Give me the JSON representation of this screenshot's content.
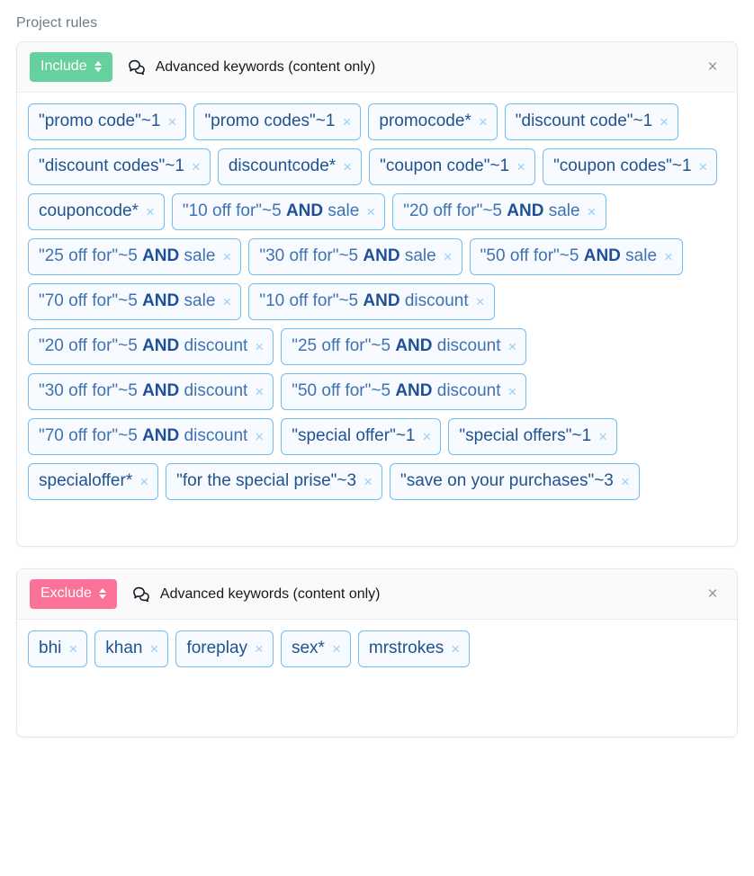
{
  "page": {
    "title": "Project rules"
  },
  "colors": {
    "include_badge": "#66d19e",
    "exclude_badge": "#fa7298",
    "chip_border": "#73bdf2",
    "chip_bg": "#f7fbff",
    "chip_text": "#3f72b0",
    "chip_text_strong": "#1f4f96",
    "chip_remove": "#9ecdf2",
    "card_close": "#8d98a6",
    "title_text": "#6b7b8c"
  },
  "icons": {
    "comments": "comments-icon",
    "sort": "sort-updown-icon",
    "close": "close-icon",
    "chip_remove": "chip-remove-icon"
  },
  "rules": [
    {
      "mode": "Include",
      "mode_variant": "include",
      "type_label": "Advanced keywords (content only)",
      "close_label": "×",
      "keywords": [
        {
          "text": "\"promo code\"~1",
          "parts": [
            {
              "t": "\"promo code\"~1",
              "b": false
            }
          ]
        },
        {
          "text": "\"promo codes\"~1",
          "parts": [
            {
              "t": "\"promo codes\"~1",
              "b": false
            }
          ]
        },
        {
          "text": "promocode*",
          "parts": [
            {
              "t": "promocode*",
              "b": false
            }
          ]
        },
        {
          "text": "\"discount code\"~1",
          "parts": [
            {
              "t": "\"discount code\"~1",
              "b": false
            }
          ]
        },
        {
          "text": "\"discount codes\"~1",
          "parts": [
            {
              "t": "\"discount codes\"~1",
              "b": false
            }
          ]
        },
        {
          "text": "discountcode*",
          "parts": [
            {
              "t": "discountcode*",
              "b": false
            }
          ]
        },
        {
          "text": "\"coupon code\"~1",
          "parts": [
            {
              "t": "\"coupon code\"~1",
              "b": false
            }
          ]
        },
        {
          "text": "\"coupon codes\"~1",
          "parts": [
            {
              "t": "\"coupon codes\"~1",
              "b": false
            }
          ]
        },
        {
          "text": "couponcode*",
          "parts": [
            {
              "t": "couponcode*",
              "b": false
            }
          ]
        },
        {
          "text": "\"10 off for\"~5 AND sale",
          "parts": [
            {
              "t": "\"10 off for\"~5 ",
              "b": false
            },
            {
              "t": "AND",
              "b": true
            },
            {
              "t": " sale",
              "b": false
            }
          ]
        },
        {
          "text": "\"20 off for\"~5 AND sale",
          "parts": [
            {
              "t": "\"20 off for\"~5 ",
              "b": false
            },
            {
              "t": "AND",
              "b": true
            },
            {
              "t": " sale",
              "b": false
            }
          ]
        },
        {
          "text": "\"25 off for\"~5 AND sale",
          "parts": [
            {
              "t": "\"25 off for\"~5 ",
              "b": false
            },
            {
              "t": "AND",
              "b": true
            },
            {
              "t": " sale",
              "b": false
            }
          ]
        },
        {
          "text": "\"30 off for\"~5 AND sale",
          "parts": [
            {
              "t": "\"30 off for\"~5 ",
              "b": false
            },
            {
              "t": "AND",
              "b": true
            },
            {
              "t": " sale",
              "b": false
            }
          ]
        },
        {
          "text": "\"50 off for\"~5 AND sale",
          "parts": [
            {
              "t": "\"50 off for\"~5 ",
              "b": false
            },
            {
              "t": "AND",
              "b": true
            },
            {
              "t": " sale",
              "b": false
            }
          ]
        },
        {
          "text": "\"70 off for\"~5 AND sale",
          "parts": [
            {
              "t": "\"70 off for\"~5 ",
              "b": false
            },
            {
              "t": "AND",
              "b": true
            },
            {
              "t": " sale",
              "b": false
            }
          ]
        },
        {
          "text": "\"10 off for\"~5 AND discount",
          "parts": [
            {
              "t": "\"10 off for\"~5 ",
              "b": false
            },
            {
              "t": "AND",
              "b": true
            },
            {
              "t": " discount",
              "b": false
            }
          ]
        },
        {
          "text": "\"20 off for\"~5 AND discount",
          "parts": [
            {
              "t": "\"20 off for\"~5 ",
              "b": false
            },
            {
              "t": "AND",
              "b": true
            },
            {
              "t": " discount",
              "b": false
            }
          ]
        },
        {
          "text": "\"25 off for\"~5 AND discount",
          "parts": [
            {
              "t": "\"25 off for\"~5 ",
              "b": false
            },
            {
              "t": "AND",
              "b": true
            },
            {
              "t": " discount",
              "b": false
            }
          ]
        },
        {
          "text": "\"30 off for\"~5 AND discount",
          "parts": [
            {
              "t": "\"30 off for\"~5 ",
              "b": false
            },
            {
              "t": "AND",
              "b": true
            },
            {
              "t": " discount",
              "b": false
            }
          ]
        },
        {
          "text": "\"50 off for\"~5 AND discount",
          "parts": [
            {
              "t": "\"50 off for\"~5 ",
              "b": false
            },
            {
              "t": "AND",
              "b": true
            },
            {
              "t": " discount",
              "b": false
            }
          ]
        },
        {
          "text": "\"70 off for\"~5 AND discount",
          "parts": [
            {
              "t": "\"70 off for\"~5 ",
              "b": false
            },
            {
              "t": "AND",
              "b": true
            },
            {
              "t": " discount",
              "b": false
            }
          ]
        },
        {
          "text": "\"special offer\"~1",
          "parts": [
            {
              "t": "\"special offer\"~1",
              "b": false
            }
          ]
        },
        {
          "text": "\"special offers\"~1",
          "parts": [
            {
              "t": "\"special offers\"~1",
              "b": false
            }
          ]
        },
        {
          "text": "specialoffer*",
          "parts": [
            {
              "t": "specialoffer*",
              "b": false
            }
          ]
        },
        {
          "text": "\"for the special prise\"~3",
          "parts": [
            {
              "t": "\"for the special prise\"~3",
              "b": false
            }
          ]
        },
        {
          "text": "\"save on your purchases\"~3",
          "parts": [
            {
              "t": "\"save on your purchases\"~3",
              "b": false
            }
          ]
        }
      ]
    },
    {
      "mode": "Exclude",
      "mode_variant": "exclude",
      "type_label": "Advanced keywords (content only)",
      "close_label": "×",
      "keywords": [
        {
          "text": "bhi",
          "parts": [
            {
              "t": "bhi",
              "b": false
            }
          ]
        },
        {
          "text": "khan",
          "parts": [
            {
              "t": "khan",
              "b": false
            }
          ]
        },
        {
          "text": "foreplay",
          "parts": [
            {
              "t": "foreplay",
              "b": false
            }
          ]
        },
        {
          "text": "sex*",
          "parts": [
            {
              "t": "sex*",
              "b": false
            }
          ]
        },
        {
          "text": "mrstrokes",
          "parts": [
            {
              "t": "mrstrokes",
              "b": false
            }
          ]
        }
      ]
    }
  ]
}
